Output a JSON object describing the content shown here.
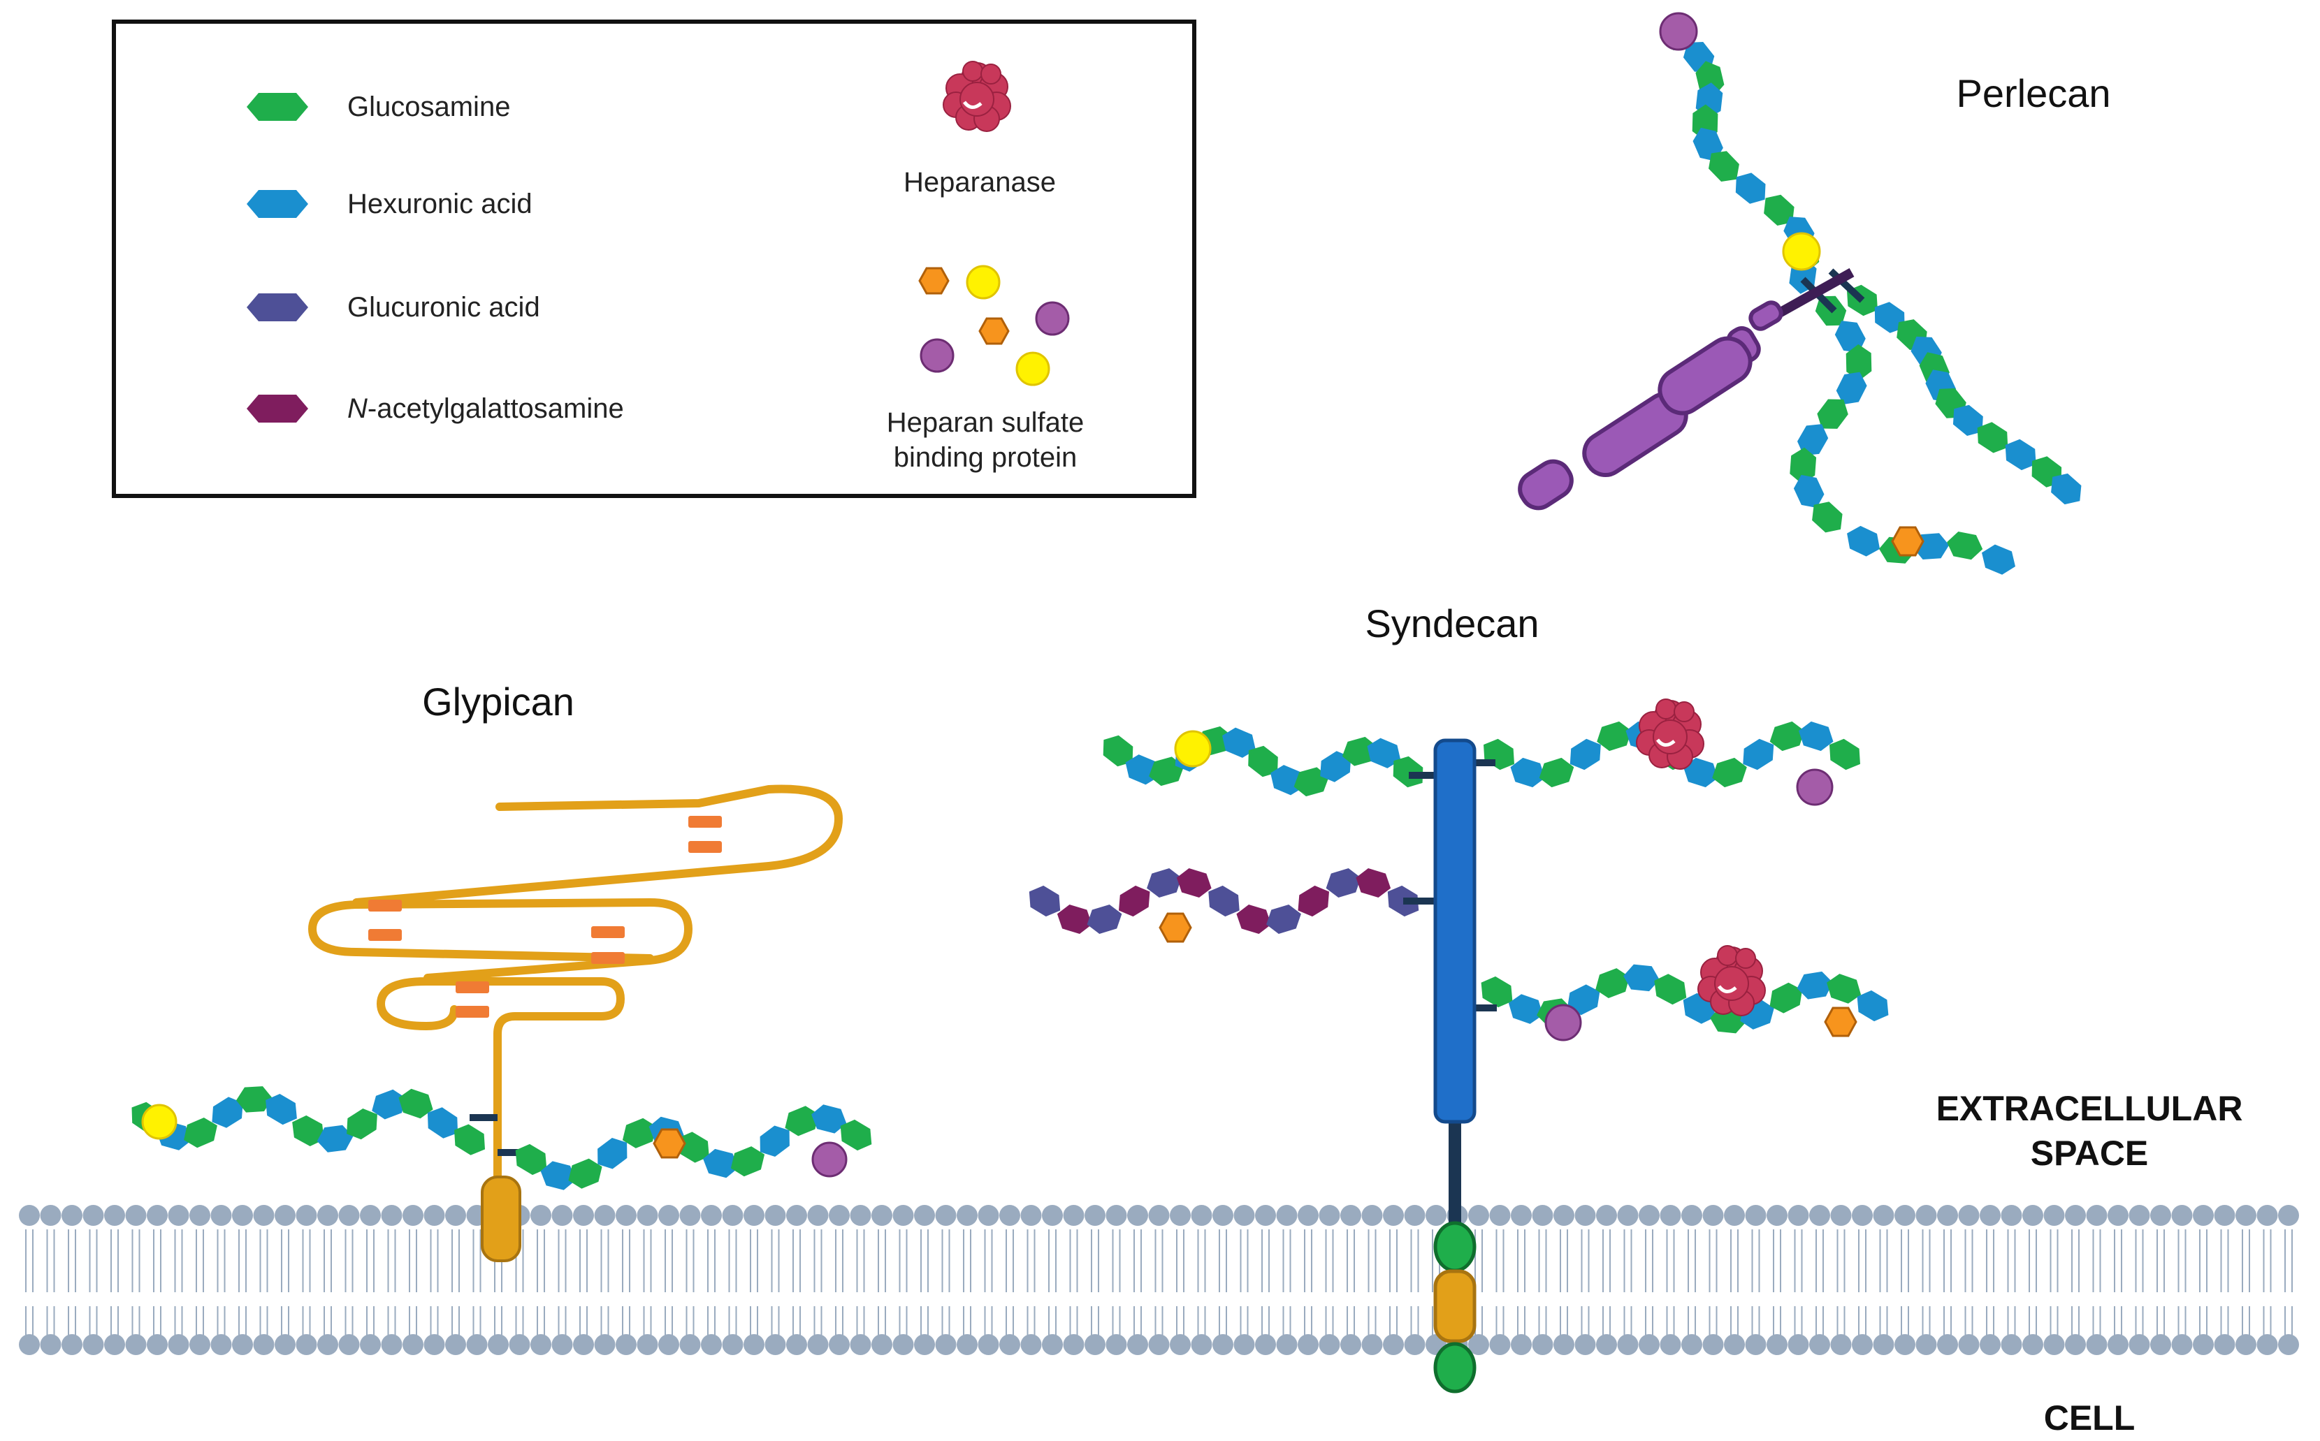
{
  "legend": {
    "items": [
      {
        "label": "Glucosamine",
        "color": "#1fae4b",
        "shape": "hexagon"
      },
      {
        "label": "Hexuronic acid",
        "color": "#1a8fcf",
        "shape": "hexagon"
      },
      {
        "label": "Glucuronic acid",
        "color": "#4e5097",
        "shape": "hexagon"
      },
      {
        "label_italic": "N",
        "label": "-acetylgalattosamine",
        "color": "#7f1d5e",
        "shape": "hexagon"
      }
    ],
    "heparanase_label": "Heparanase",
    "binding_protein_label_line1": "Heparan sulfate",
    "binding_protein_label_line2": "binding protein"
  },
  "titles": {
    "perlecan": "Perlecan",
    "syndecan": "Syndecan",
    "glypican": "Glypican"
  },
  "regions": {
    "extracellular_line1": "EXTRACELLULAR",
    "extracellular_line2": "SPACE",
    "cell": "CELL"
  },
  "colors": {
    "glucosamine": "#1fae4b",
    "hexuronic_acid": "#1a8fcf",
    "glucuronic_acid": "#4e5097",
    "n_acetylgalactosamine": "#7f1d5e",
    "heparanase": "#c8385a",
    "hs_binding_yellow": "#fff200",
    "hs_binding_orange": "#f7941d",
    "hs_binding_purple": "#a45ca8",
    "glypican_core": "#e2a019",
    "syndecan_core": "#1f6fc9",
    "perlecan_core": "#9b59b6",
    "membrane": "#9aabbf"
  }
}
